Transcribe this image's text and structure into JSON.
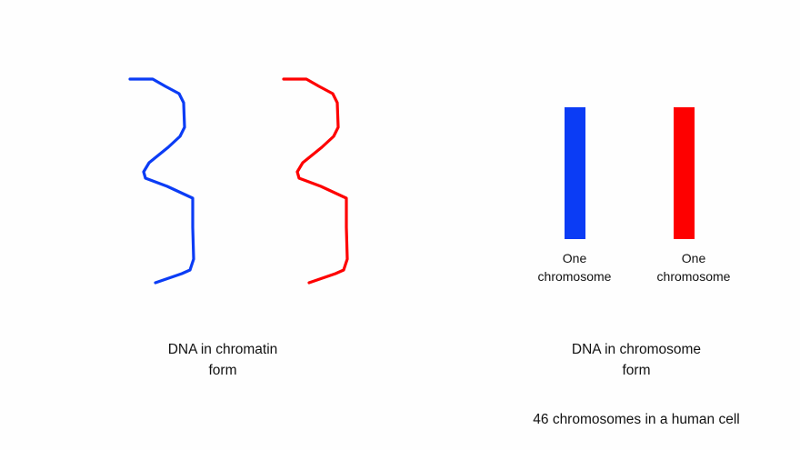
{
  "colors": {
    "background": "#fefefe",
    "blue": "#0b3cf5",
    "red": "#fe0000",
    "text": "#111111"
  },
  "chromatin": {
    "strands": [
      {
        "color_name": "blue",
        "color": "#0b3cf5"
      },
      {
        "color_name": "red",
        "color": "#fe0000"
      }
    ],
    "caption": {
      "line1": "DNA in chromatin",
      "line2": "form"
    }
  },
  "chromosome": {
    "bars": [
      {
        "color_name": "blue",
        "color": "#0b3cf5",
        "label_line1": "One",
        "label_line2": "chromosome"
      },
      {
        "color_name": "red",
        "color": "#fe0000",
        "label_line1": "One",
        "label_line2": "chromosome"
      }
    ],
    "caption": {
      "line1": "DNA in chromosome",
      "line2": "form"
    },
    "note": "46 chromosomes in a human cell"
  }
}
